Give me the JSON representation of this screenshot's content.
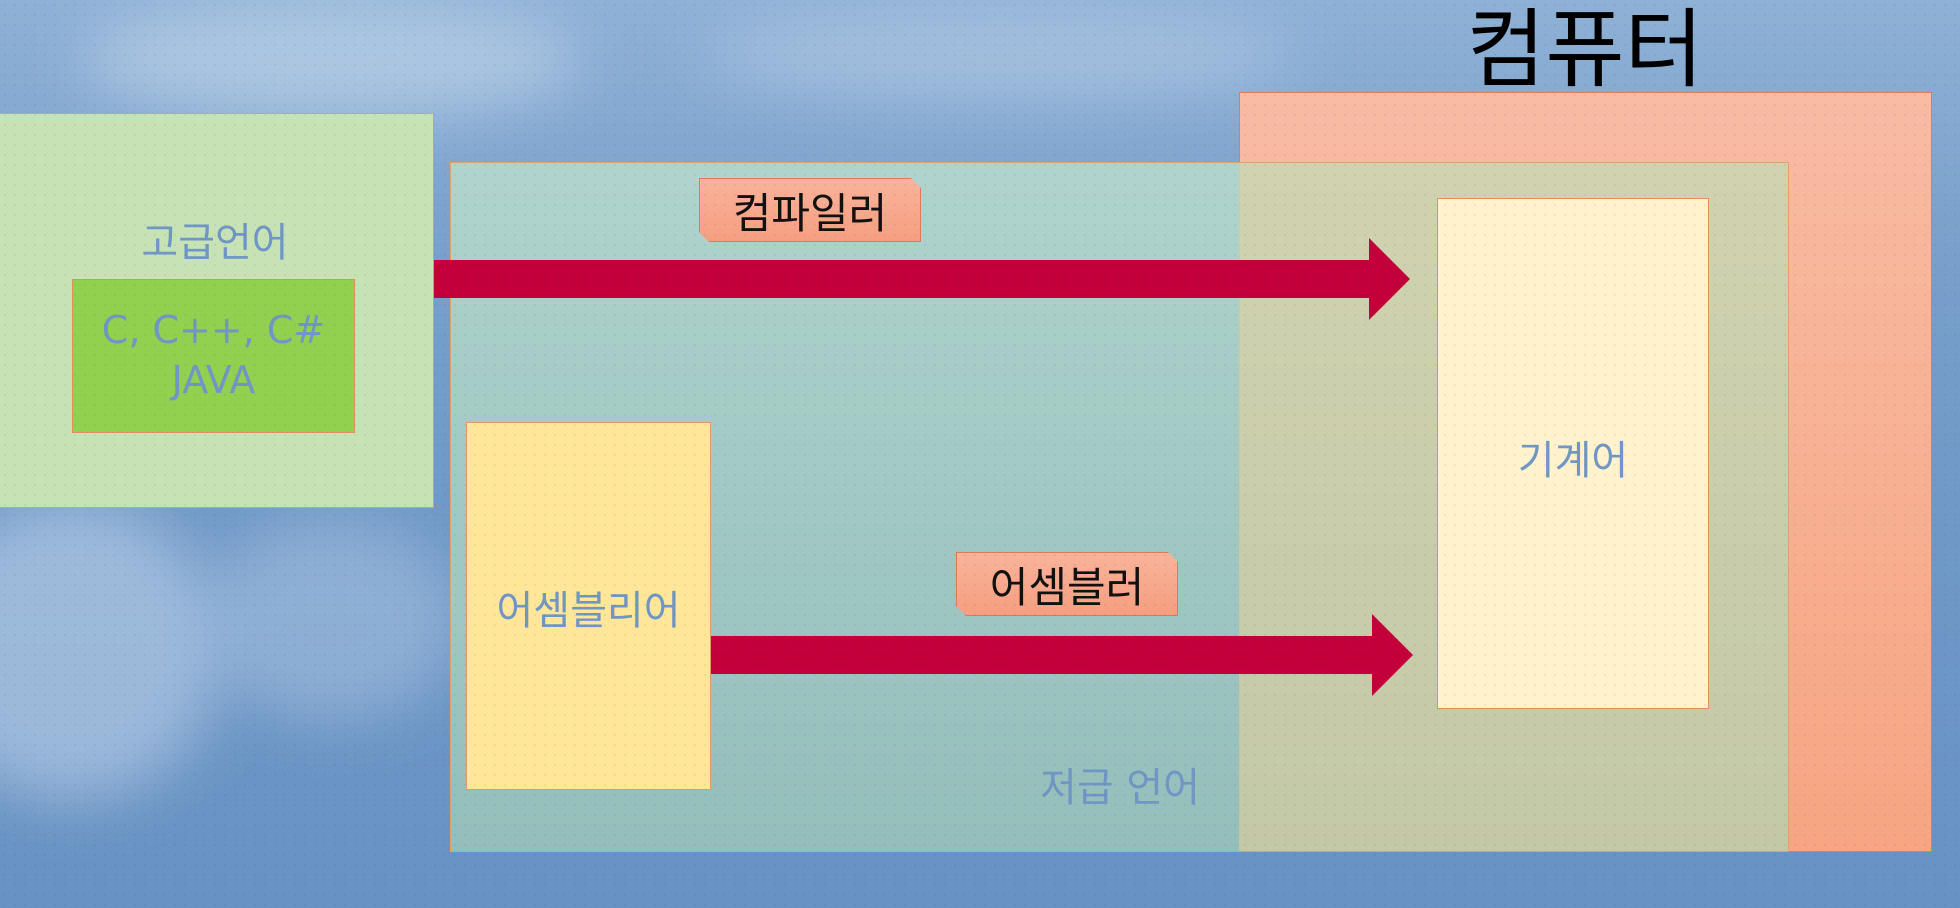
{
  "diagram": {
    "computer_label": "컴퓨터",
    "high_level_label": "고급언어",
    "high_level_examples_line1": "C, C++, C#",
    "high_level_examples_line2": "JAVA",
    "low_level_label": "저급 언어",
    "assembly_label": "어셈블리어",
    "machine_label": "기계어",
    "compiler_label": "컴파일러",
    "assembler_label": "어셈블러"
  },
  "colors": {
    "computer_box": "#f9b79c",
    "high_level_box": "#c6e3b5",
    "high_level_inner": "#92d050",
    "low_level_box": "#a9cfc0",
    "assembly_box": "#ffe699",
    "machine_box": "#fff2cc",
    "arrow": "#c00039",
    "label_text": "#6f96c4"
  }
}
